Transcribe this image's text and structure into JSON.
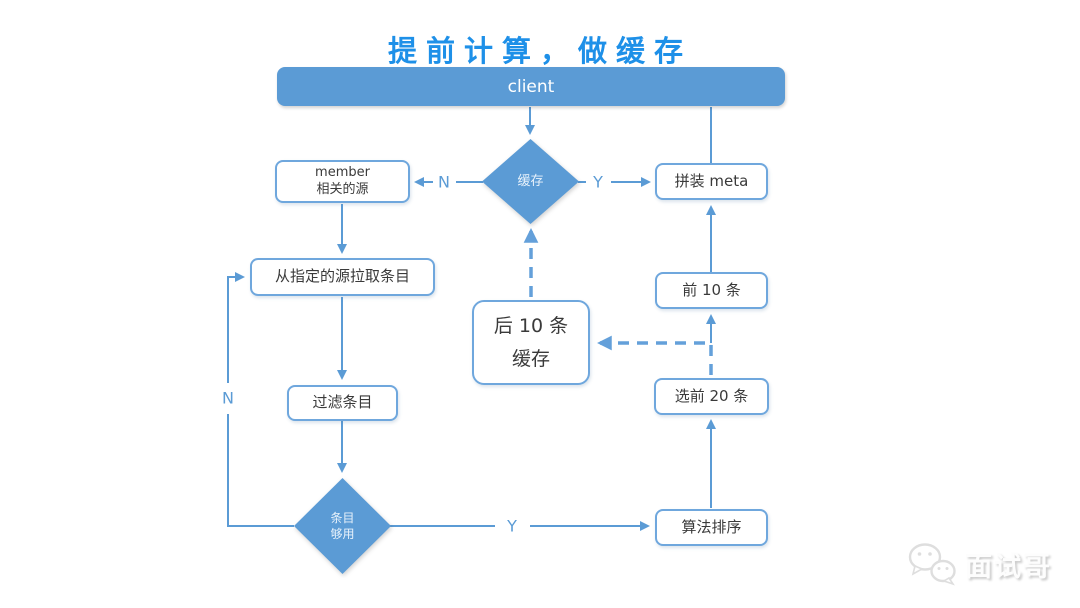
{
  "title": "提前计算，做缓存",
  "colors": {
    "accent_fill": "#5b9bd5",
    "box_border": "#6fa7dd",
    "title_blue": "#1e90e8",
    "line_blue": "#5b9bd5"
  },
  "nodes": {
    "client": "client",
    "cache_decision": "缓存",
    "member_source_line1": "member",
    "member_source_line2": "相关的源",
    "pull_items": "从指定的源拉取条目",
    "filter_items": "过滤条目",
    "enough_decision_line1": "条目",
    "enough_decision_line2": "够用",
    "assemble_meta": "拼装 meta",
    "first_10": "前 10 条",
    "select_top_20": "选前 20 条",
    "algorithm_sort": "算法排序",
    "last_10_cache_line1": "后 10 条",
    "last_10_cache_line2": "缓存"
  },
  "edge_labels": {
    "cache_no": "N",
    "cache_yes": "Y",
    "loop_no": "N",
    "enough_yes": "Y"
  },
  "watermark": {
    "text": "面试哥",
    "icon": "wechat-icon"
  }
}
